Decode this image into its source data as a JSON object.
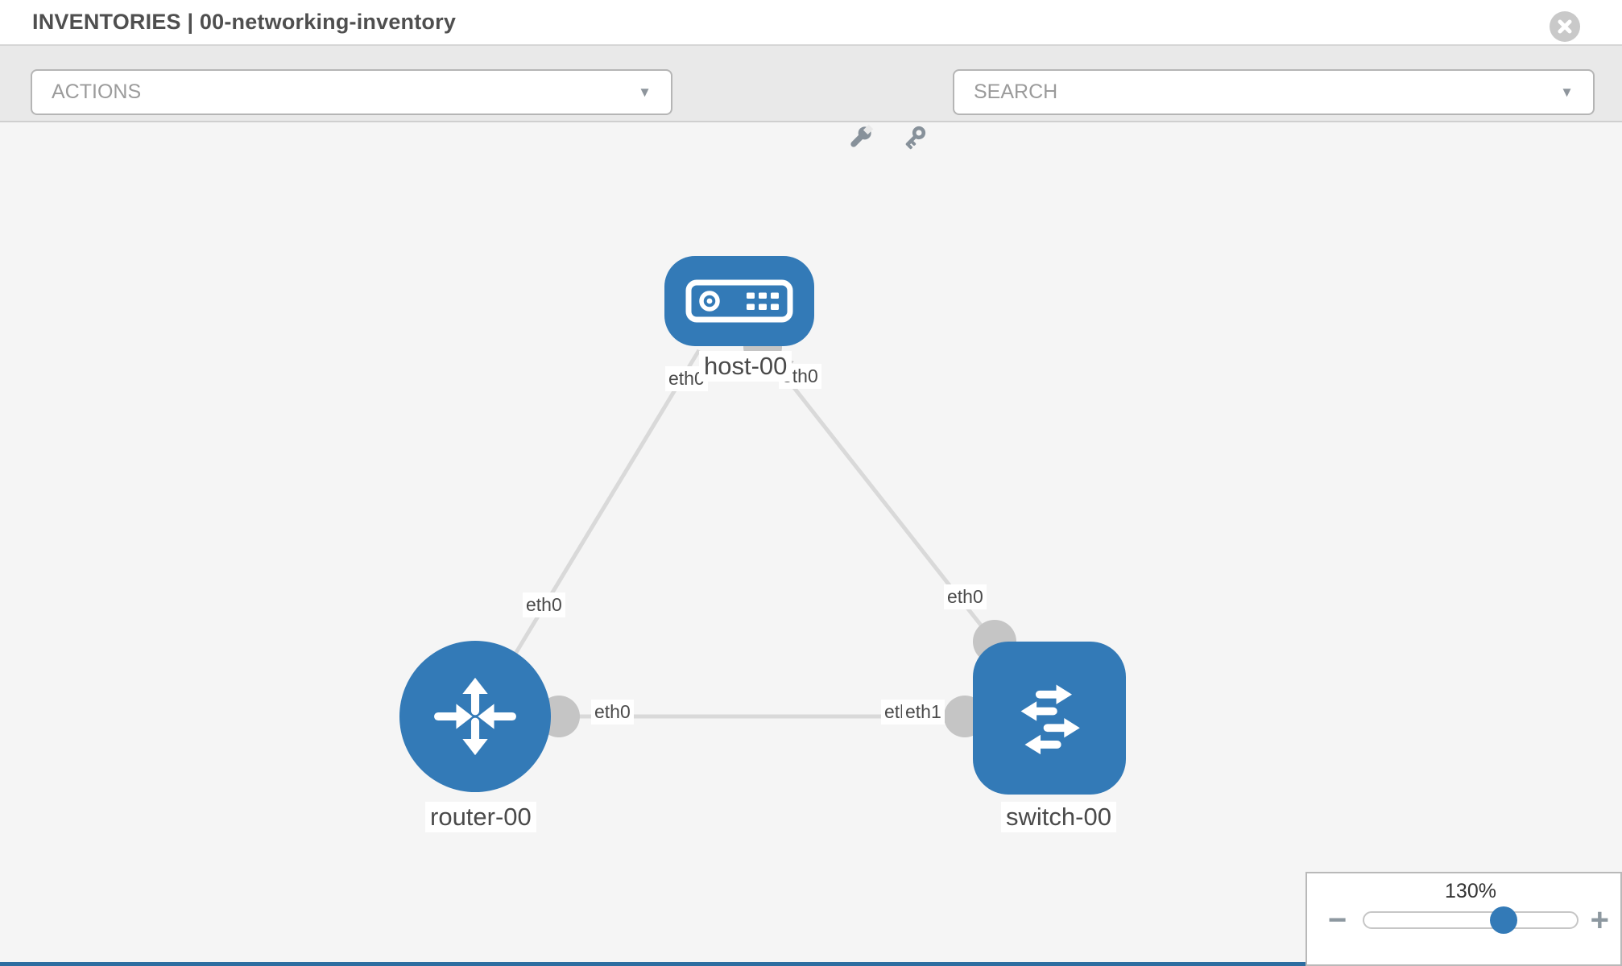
{
  "header": {
    "title": "INVENTORIES | 00-networking-inventory"
  },
  "toolbar": {
    "actions_placeholder": "ACTIONS",
    "search_placeholder": "SEARCH",
    "caret": "▼",
    "icons": [
      "wrench-icon",
      "key-icon"
    ]
  },
  "graph": {
    "nodes": [
      {
        "id": "host-00",
        "label": "host-00",
        "type": "host",
        "icon": "server-icon"
      },
      {
        "id": "router-00",
        "label": "router-00",
        "type": "router",
        "icon": "router-icon"
      },
      {
        "id": "switch-00",
        "label": "switch-00",
        "type": "switch",
        "icon": "switch-icon"
      }
    ],
    "edges": [
      {
        "source": "host-00",
        "source_if": "eth0",
        "target": "router-00",
        "target_if": "eth0"
      },
      {
        "source": "host-00",
        "source_if": "eth0",
        "target": "switch-00",
        "target_if": "eth0"
      },
      {
        "source": "router-00",
        "source_if": "eth0",
        "target": "switch-00",
        "target_if": "eth1",
        "target_if_underlay": "eth0"
      }
    ]
  },
  "zoom_control": {
    "level": "130%",
    "decrease": "−",
    "increase": "+"
  },
  "colors": {
    "node_blue": "#337ab7",
    "edge_gray": "#d9d9d9",
    "port_gray": "#c5c5c5",
    "toolbar_gray": "#e9e9e9"
  }
}
